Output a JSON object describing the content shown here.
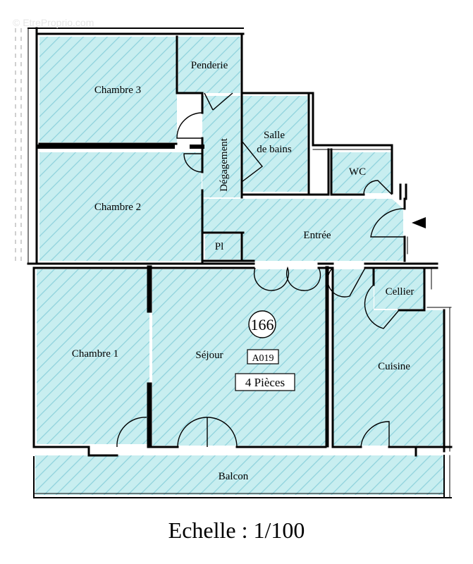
{
  "watermark": "© EtreProprio.com",
  "colors": {
    "fill": "#c8eef0",
    "hatch": "#8fd2dc",
    "wall": "#000000"
  },
  "rooms": {
    "chambre3": "Chambre 3",
    "penderie": "Penderie",
    "salle_line1": "Salle",
    "salle_line2": "de bains",
    "degagement": "Dégagement",
    "chambre2": "Chambre 2",
    "wc": "WC",
    "entree": "Entrée",
    "placard": "Pl",
    "cellier": "Cellier",
    "chambre1": "Chambre 1",
    "sejour": "Séjour",
    "cuisine": "Cuisine",
    "balcon": "Balcon"
  },
  "lot": {
    "number": "166",
    "code": "A019",
    "rooms_count": "4 Pièces"
  },
  "scale": "Echelle : 1/100"
}
